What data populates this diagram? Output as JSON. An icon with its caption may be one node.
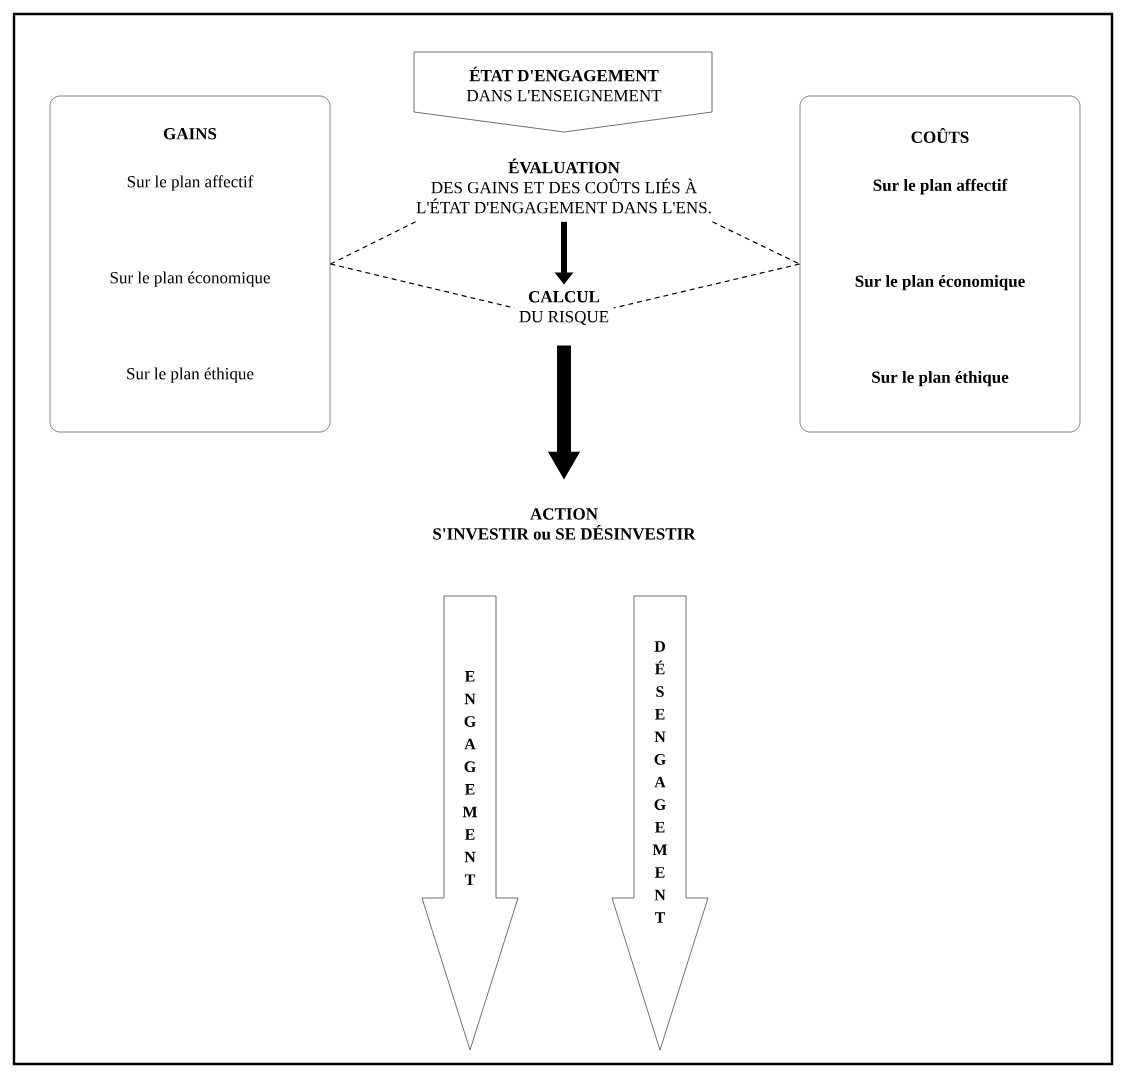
{
  "diagram": {
    "nodes": [
      {
        "text": [
          "ÉTAT D'ENGAGEMENT",
          "DANS L'ENSEIGNEMENT"
        ]
      },
      {
        "text": [
          "GAINS",
          "Sur le plan affectif",
          "Sur le plan économique",
          "Sur le plan éthique"
        ]
      },
      {
        "text": [
          "ÉVALUATION",
          "DES GAINS ET DES COÛTS LIÉS À L'ÉTAT D'ENGAGEMENT DANS L'ENS."
        ]
      },
      {
        "text": [
          "COÛTS",
          "Sur le plan affectif",
          "Sur le plan économique",
          "Sur le plan éthique"
        ]
      },
      {
        "text": [
          "CALCUL",
          "DU RISQUE"
        ]
      },
      {
        "text": [
          "ACTION",
          "S'INVESTIR ou SE DÉSINVESTIR"
        ]
      },
      {
        "text": [
          "ENGAGEMENT"
        ]
      },
      {
        "text": [
          "DÉSENGAGEMENT"
        ]
      }
    ],
    "edges": [
      {
        "from": 2,
        "to": 1,
        "arrow": "none",
        "style": "dashed"
      },
      {
        "from": 1,
        "to": 4,
        "arrow": "none",
        "style": "dashed"
      },
      {
        "from": 2,
        "to": 3,
        "arrow": "none",
        "style": "dashed"
      },
      {
        "from": 3,
        "to": 4,
        "arrow": "none",
        "style": "dashed"
      },
      {
        "from": 2,
        "to": 4,
        "arrow": "to",
        "style": "thick"
      },
      {
        "from": 4,
        "to": 5,
        "arrow": "to",
        "style": "thick"
      }
    ]
  }
}
